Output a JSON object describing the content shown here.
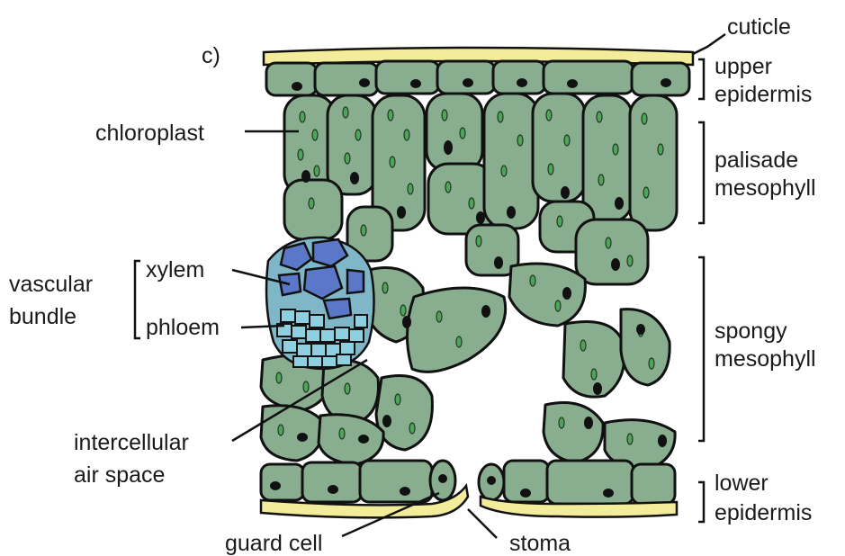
{
  "figure": {
    "panel_letter": "c)"
  },
  "labels": {
    "cuticle": "cuticle",
    "upper_epidermis_1": "upper",
    "upper_epidermis_2": "epidermis",
    "palisade_1": "palisade",
    "palisade_2": "mesophyll",
    "spongy_1": "spongy",
    "spongy_2": "mesophyll",
    "lower_epidermis_1": "lower",
    "lower_epidermis_2": "epidermis",
    "chloroplast": "chloroplast",
    "vascular_1": "vascular",
    "vascular_2": "bundle",
    "xylem": "xylem",
    "phloem": "phloem",
    "air_space_1": "intercellular",
    "air_space_2": "air space",
    "guard_cell": "guard cell",
    "stoma": "stoma"
  },
  "colors": {
    "cell_fill": "#89ad8f",
    "chloroplast": "#4fa35a",
    "cuticle": "#f3ec9a",
    "xylem": "#5b78c8",
    "phloem": "#8fd0e0",
    "outline": "#111111"
  }
}
